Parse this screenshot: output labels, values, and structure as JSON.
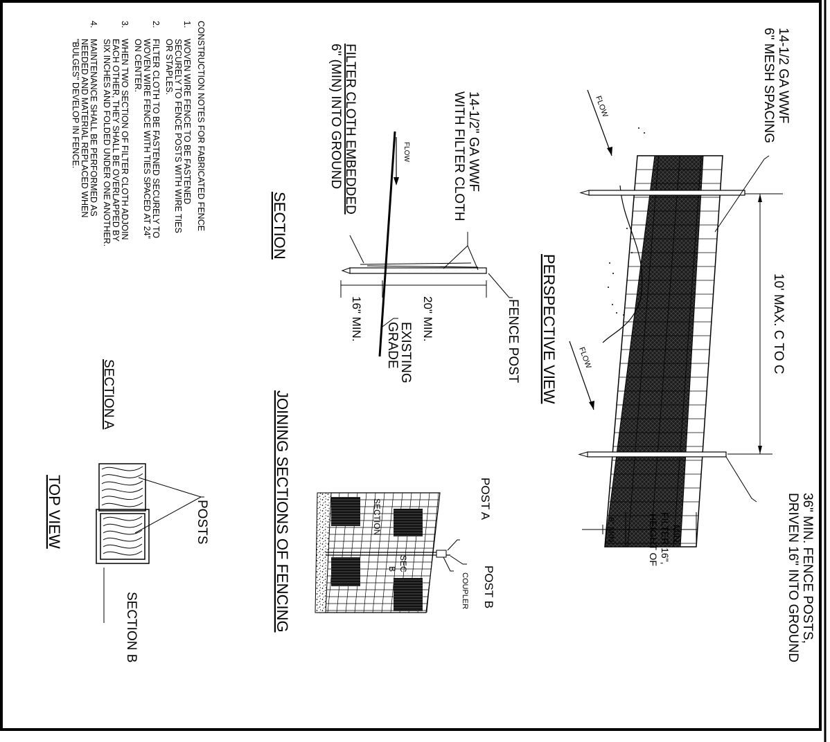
{
  "perspective": {
    "title": "PERSPECTIVE VIEW",
    "wwf_label_1": "14-1/2 GA WWF",
    "wwf_label_2": "6\" MESH SPACING",
    "post_label_1": "36\" MIN. FENCE POSTS,",
    "post_label_2": "DRIVEN 16\" INTO GROUND",
    "spacing_label": "10' MAX. C TO C",
    "flow_label_1": "FLOW",
    "flow_label_2": "FLOW",
    "height_label_1": "HEIGHT OF",
    "height_label_2": "FILTER 16\",",
    "height_label_3": "MIN.",
    "min_label": "8\" MIN"
  },
  "section": {
    "title": "SECTION",
    "wwf_label_1": "14-1/2\" GA WWF",
    "wwf_label_2": "WITH FILTER CLOTH",
    "cloth_label_1": "FILTER CLOTH EMBEDDED",
    "cloth_label_2": "6\" (MIN) INTO GROUND",
    "flow_label": "FLOW",
    "fence_post_label": "FENCE POST",
    "dim_20": "20\" MIN.",
    "dim_16": "16\" MIN.",
    "grade_label_1": "EXISTING",
    "grade_label_2": "GRADE"
  },
  "joining": {
    "title": "JOINING SECTIONS OF FENCING",
    "post_a": "POST A",
    "post_b": "POST B",
    "coupler": "COUPLER",
    "section_a": "SECTION",
    "section_b_1": "SEC",
    "section_b_2": "B"
  },
  "top_view": {
    "title": "TOP VIEW",
    "posts": "POSTS",
    "section_a": "SECTION A",
    "section_b": "SECTION B"
  },
  "notes": {
    "title": "CONSTRUCTION NOTES FOR FABRICATED FENCE",
    "items": [
      {
        "num": "1.",
        "lines": [
          "WOVEN WIRE FENCE TO BE FASTENED",
          "SECURELY TO FENCE POSTS WITH WIRE TIES",
          "OR STAPLES."
        ]
      },
      {
        "num": "2.",
        "lines": [
          "FILTER CLOTH TO BE FASTENED SECURELY TO",
          "WOVEN WIRE FENCE WITH TIES SPACED AT 24\"",
          "ON CENTER."
        ]
      },
      {
        "num": "3.",
        "lines": [
          "WHEN TWO SECTION OF FILTER CLOTH ADJOIN",
          "EACH OTHER, THEY SHALL BE OVERLAPPED BY",
          "SIX INCHES AND FOLDED UNDER ONE ANOTHER."
        ]
      },
      {
        "num": "4.",
        "lines": [
          "MAINTENANCE SHALL BE PERFORMED AS",
          "NEEDED AND MATERIAL REPLACED WHEN",
          "\"BULGES\" DEVELOP IN FENCE."
        ]
      }
    ]
  }
}
